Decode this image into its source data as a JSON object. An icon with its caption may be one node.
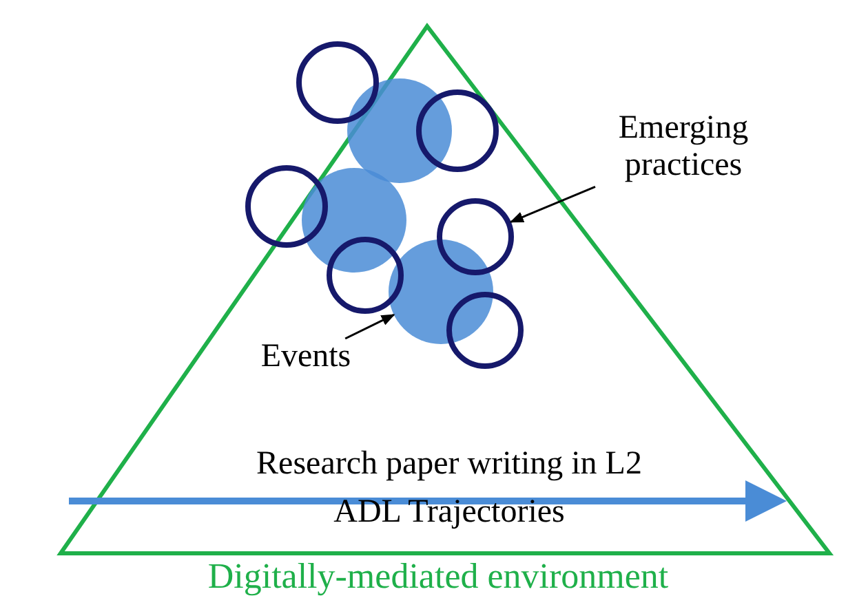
{
  "diagram": {
    "nodes": [
      {
        "text": [
          "Digitally-mediated environment"
        ]
      },
      {
        "text": [],
        "shape": "circle",
        "in": 0
      },
      {
        "text": [],
        "shape": "circle",
        "in": 0
      },
      {
        "text": [],
        "shape": "circle",
        "in": 0
      },
      {
        "text": [],
        "shape": "circle",
        "in": 0
      },
      {
        "text": [],
        "shape": "circle",
        "in": 0
      },
      {
        "text": [],
        "shape": "circle",
        "in": 0
      },
      {
        "text": [],
        "shape": "circle",
        "in": 0
      },
      {
        "text": [],
        "shape": "circle",
        "in": 0
      },
      {
        "text": [],
        "shape": "circle",
        "in": 0
      },
      {
        "text": [
          "Events"
        ],
        "in": 0
      },
      {
        "text": [
          "Emerging practices"
        ]
      }
    ],
    "edges": [
      {
        "from": 11,
        "to": 8,
        "arrow": "to"
      },
      {
        "from": 10,
        "to": 6,
        "arrow": "to"
      }
    ],
    "labels": [
      "Research paper writing in L2",
      "ADL Trajectories"
    ]
  }
}
